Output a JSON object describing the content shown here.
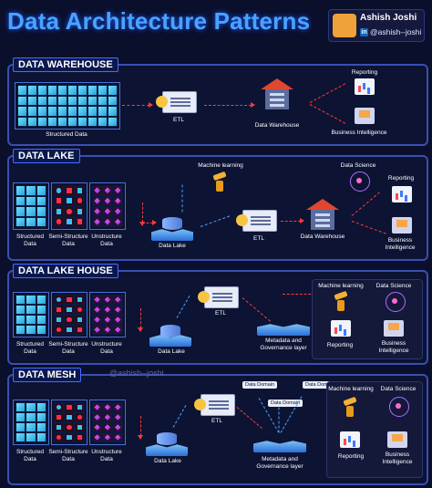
{
  "header": {
    "title": "Data Architecture Patterns",
    "author_name": "Ashish Joshi",
    "author_handle": "@ashish--joshi",
    "linkedin_badge": "in"
  },
  "sections": {
    "warehouse": {
      "label": "DATA WAREHOUSE",
      "structured": "Structured Data",
      "etl": "ETL",
      "warehouse": "Data Warehouse",
      "reporting": "Reporting",
      "bi": "Business Intelligence"
    },
    "lake": {
      "label": "DATA LAKE",
      "structured": "Structured Data",
      "semi": "Semi-Structure Data",
      "unstructured": "Unstructure Data",
      "ml": "Machine learning",
      "lake": "Data Lake",
      "etl": "ETL",
      "warehouse": "Data Warehouse",
      "science": "Data Science",
      "reporting": "Reporting",
      "bi": "Business Intelligence"
    },
    "lakehouse": {
      "label": "DATA LAKE HOUSE",
      "structured": "Structured Data",
      "semi": "Semi-Structure Data",
      "unstructured": "Unstructure Data",
      "etl": "ETL",
      "lake": "Data Lake",
      "meta": "Metadata and Governance layer",
      "ml": "Machine learning",
      "science": "Data Science",
      "reporting": "Reporting",
      "bi": "Business Intelligence"
    },
    "mesh": {
      "label": "DATA MESH",
      "watermark": "@ashish--joshi",
      "structured": "Structured Data",
      "semi": "Semi-Structure Data",
      "unstructured": "Unstructure Data",
      "etl": "ETL",
      "lake": "Data Lake",
      "meta": "Metadata and Governance layer",
      "domain1": "Data Domain",
      "domain2": "Data Domain",
      "domain3": "Data Domain",
      "ml": "Machine learning",
      "science": "Data Science",
      "reporting": "Reporting",
      "bi": "Business Intelligence"
    }
  },
  "icons": {
    "etl": "etl-server-icon",
    "warehouse": "warehouse-icon",
    "lake": "data-lake-icon",
    "ml": "robot-arm-icon",
    "science": "atom-icon",
    "reporting": "report-chart-icon",
    "bi": "dashboard-icon",
    "tank": "database-tank-icon",
    "linkedin": "linkedin-icon"
  },
  "colors": {
    "background": "#0a0f2c",
    "title": "#4aa3ff",
    "flow_arrow": "#ff3b3b",
    "secondary_arrow": "#4aa3ff",
    "section_border": "#3a4fb0"
  }
}
